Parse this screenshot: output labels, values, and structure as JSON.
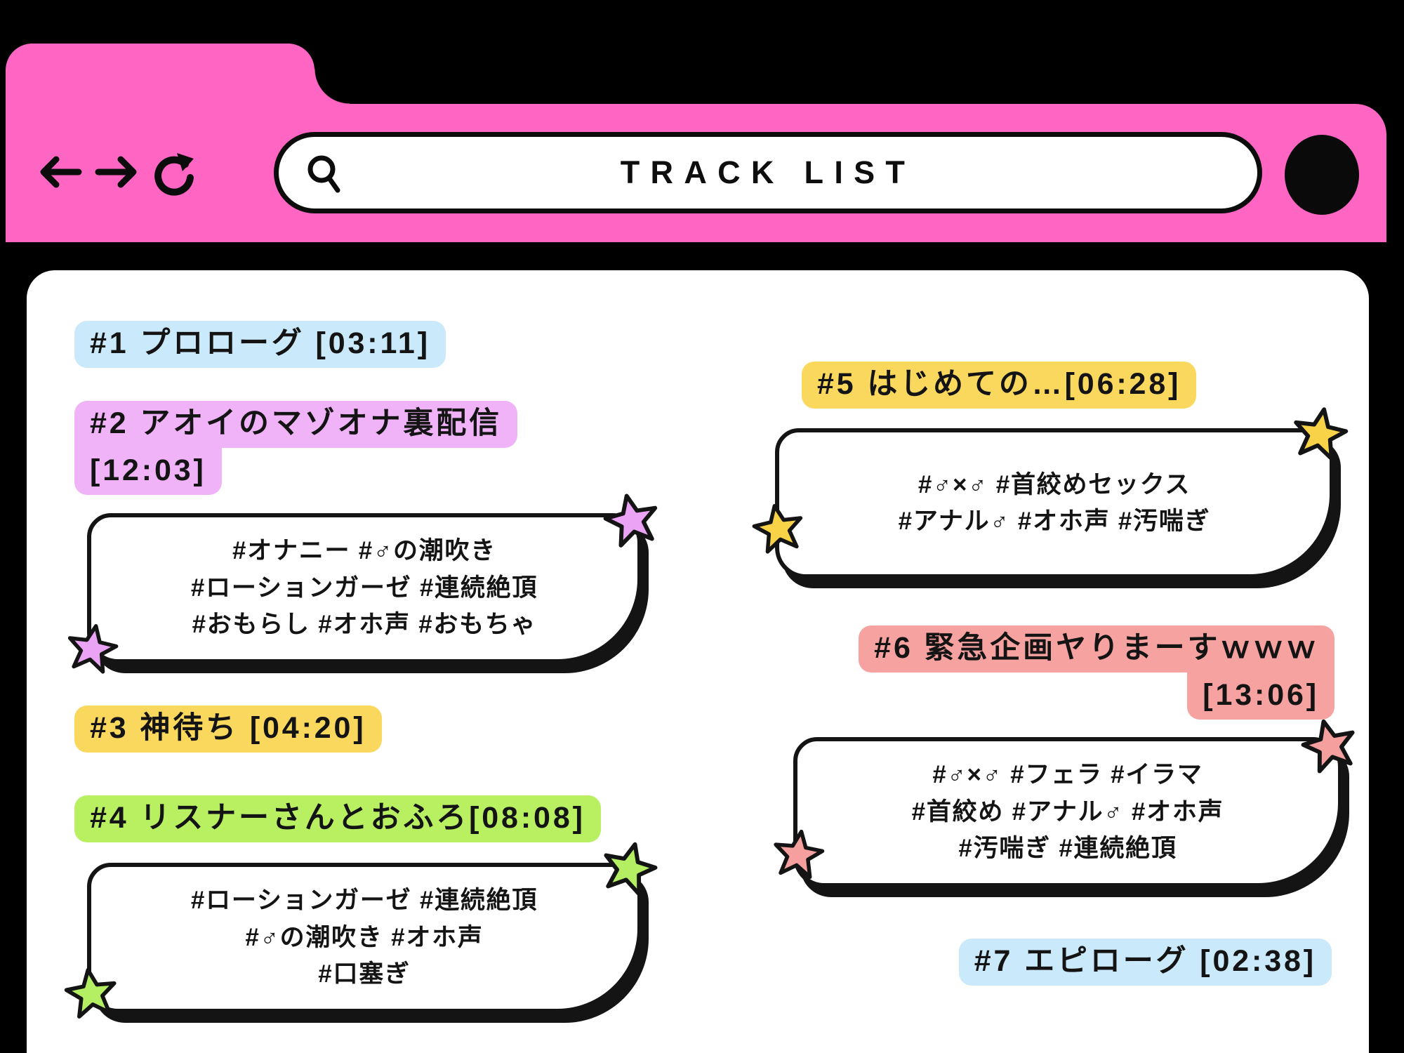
{
  "window": {
    "accent_pink": "#ff66c4",
    "toolbar": {
      "url_text": "TRACK LIST",
      "back_icon": "left-arrow",
      "forward_icon": "right-arrow",
      "reload_icon": "reload",
      "search_icon": "magnifier",
      "profile_icon": "black-circle"
    }
  },
  "tracks": [
    {
      "label": "#1 プロローグ [03:11]",
      "highlight": "#cae9fa"
    },
    {
      "line1": "#2 アオイのマゾオナ裏配信",
      "line2": "[12:03]",
      "highlight": "#f0b3f7",
      "tags": [
        "#オナニー #♂の潮吹き",
        "#ローションガーゼ #連続絶頂",
        "#おもらし #オホ声 #おもちゃ"
      ],
      "star": "#eba4f5"
    },
    {
      "label": "#3 神待ち [04:20]",
      "highlight": "#fad85e"
    },
    {
      "label": "#4 リスナーさんとおふろ[08:08]",
      "highlight": "#b8f062",
      "tags": [
        "#ローションガーゼ #連続絶頂",
        "#♂の潮吹き #オホ声",
        "#口塞ぎ"
      ],
      "star": "#b4ee62"
    },
    {
      "label": "#5 はじめての…[06:28]",
      "highlight": "#fad85e",
      "tags": [
        "#♂×♂ #首絞めセックス",
        "#アナル♂ #オホ声 #汚喘ぎ"
      ],
      "star": "#f8d247"
    },
    {
      "line1": "#6 緊急企画ヤりまーすｗｗｗ",
      "line2": "[13:06]",
      "highlight": "#f6a2a0",
      "tags": [
        "#♂×♂ #フェラ #イラマ",
        "#首絞め #アナル♂ #オホ声",
        "#汚喘ぎ #連続絶頂"
      ],
      "star": "#f5a09f"
    },
    {
      "label": "#7 エピローグ [02:38]",
      "highlight": "#cae9fa"
    }
  ]
}
